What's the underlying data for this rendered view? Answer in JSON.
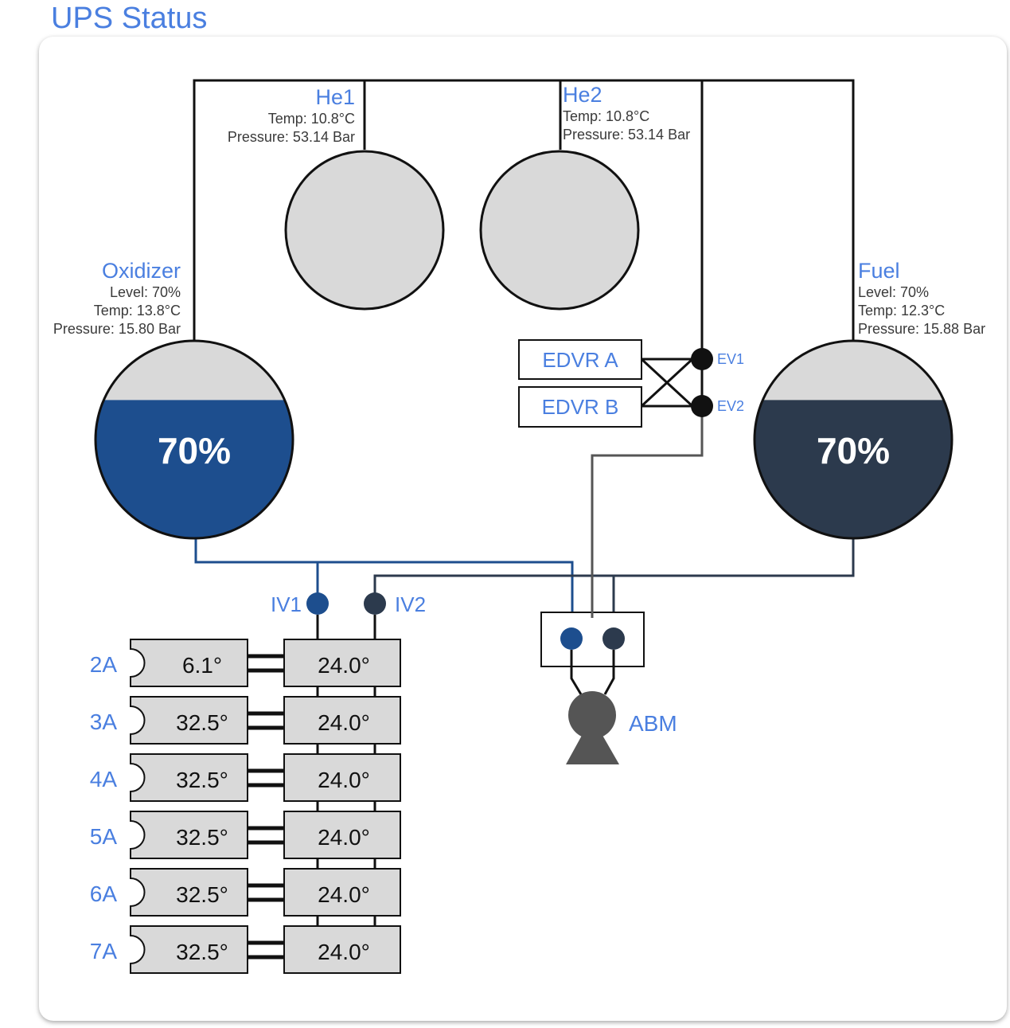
{
  "page": {
    "title": "UPS Status"
  },
  "colors": {
    "oxidizer": "#1d4e8e",
    "fuel": "#2c3a4d",
    "tank_empty": "#d9d9d9",
    "label_blue": "#4a7fe0",
    "line_gray": "#555555",
    "abm": "#555555"
  },
  "oxidizer": {
    "name": "Oxidizer",
    "level_text": "Level: 70%",
    "temp_text": "Temp: 13.8°C",
    "pressure_text": "Pressure: 15.80 Bar",
    "percent_label": "70%",
    "level": 0.7
  },
  "fuel": {
    "name": "Fuel",
    "level_text": "Level: 70%",
    "temp_text": "Temp: 12.3°C",
    "pressure_text": "Pressure: 15.88 Bar",
    "percent_label": "70%",
    "level": 0.7
  },
  "he1": {
    "name": "He1",
    "temp_text": "Temp: 10.8°C",
    "pressure_text": "Pressure: 53.14 Bar"
  },
  "he2": {
    "name": "He2",
    "temp_text": "Temp: 10.8°C",
    "pressure_text": "Pressure: 53.14 Bar"
  },
  "edvr": {
    "a_label": "EDVR A",
    "b_label": "EDVR B",
    "ev1_label": "EV1",
    "ev2_label": "EV2"
  },
  "valves": {
    "iv1_label": "IV1",
    "iv2_label": "IV2"
  },
  "abm": {
    "label": "ABM"
  },
  "thrusters": [
    {
      "label": "2A",
      "left_temp": "6.1°",
      "right_temp": "24.0°"
    },
    {
      "label": "3A",
      "left_temp": "32.5°",
      "right_temp": "24.0°"
    },
    {
      "label": "4A",
      "left_temp": "32.5°",
      "right_temp": "24.0°"
    },
    {
      "label": "5A",
      "left_temp": "32.5°",
      "right_temp": "24.0°"
    },
    {
      "label": "6A",
      "left_temp": "32.5°",
      "right_temp": "24.0°"
    },
    {
      "label": "7A",
      "left_temp": "32.5°",
      "right_temp": "24.0°"
    }
  ]
}
